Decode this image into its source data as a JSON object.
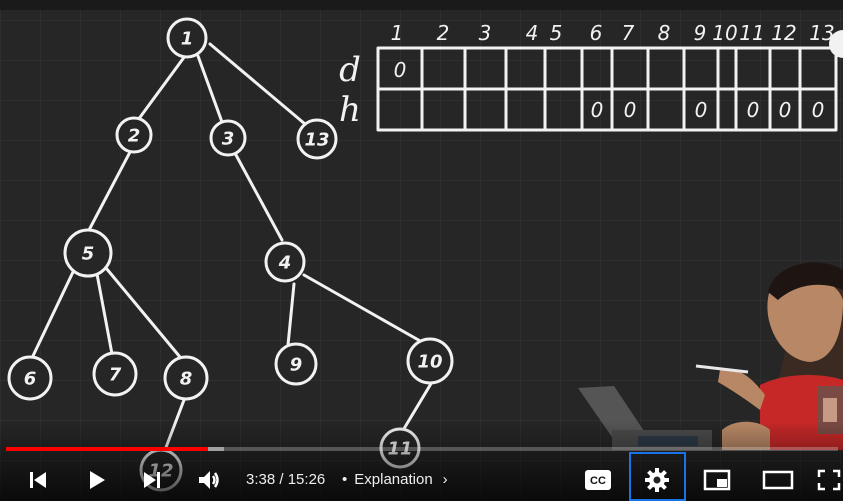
{
  "video": {
    "table": {
      "columns": [
        "1",
        "2",
        "3",
        "4",
        "5",
        "6",
        "7",
        "8",
        "9",
        "10",
        "11",
        "12",
        "13"
      ],
      "rows": [
        {
          "label": "d",
          "cells": [
            "0",
            "",
            "",
            "",
            "",
            "",
            "",
            "",
            "",
            "",
            "",
            "",
            ""
          ]
        },
        {
          "label": "h",
          "cells": [
            "",
            "",
            "",
            "",
            "",
            "0",
            "0",
            "",
            "0",
            "",
            "0",
            "0",
            "0"
          ]
        }
      ]
    },
    "tree": {
      "nodes": [
        "1",
        "2",
        "3",
        "13",
        "5",
        "4",
        "6",
        "7",
        "8",
        "9",
        "10",
        "11",
        "12"
      ]
    }
  },
  "controls": {
    "current_time": "3:38",
    "separator": " / ",
    "duration": "15:26",
    "chapter_dot": "•",
    "chapter": "Explanation",
    "chapter_chevron": "›",
    "cc_label": "CC",
    "progress": {
      "played_fraction": 0.243,
      "buffered_fraction": 0.262
    }
  },
  "colors": {
    "progress_played": "#ff0000",
    "settings_highlight": "#1a73e8",
    "chalkboard": "#262626"
  },
  "icons": [
    "previous-icon",
    "play-icon",
    "next-icon",
    "volume-icon",
    "captions-icon",
    "gear-icon",
    "miniplayer-icon",
    "theater-mode-icon",
    "fullscreen-icon",
    "chevron-right-icon"
  ]
}
